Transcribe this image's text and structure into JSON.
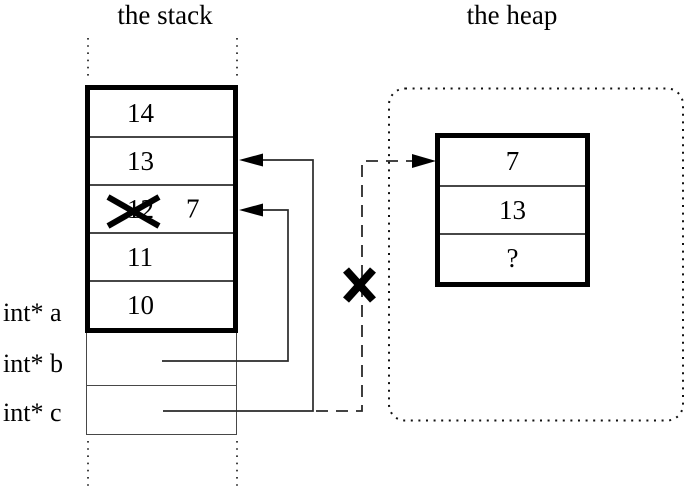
{
  "diagram": {
    "stack_title": "the stack",
    "heap_title": "the heap"
  },
  "stack": {
    "cells": [
      {
        "value": "14"
      },
      {
        "value": "13"
      },
      {
        "old_value": "12",
        "value": "7",
        "old_value_crossed_out": true
      },
      {
        "value": "11"
      },
      {
        "value": "10"
      }
    ]
  },
  "pointers": {
    "a_label": "int* a",
    "b_label": "int* b",
    "c_label": "int* c"
  },
  "heap": {
    "cells": [
      {
        "value": "7"
      },
      {
        "value": "13"
      },
      {
        "value": "?"
      }
    ]
  }
}
